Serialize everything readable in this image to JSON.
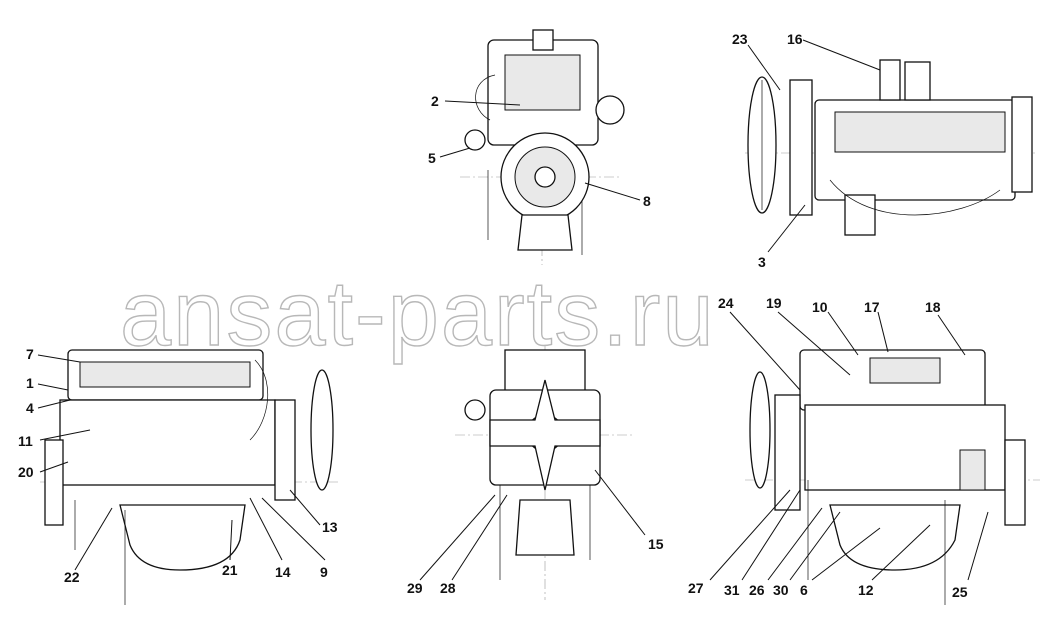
{
  "diagram": {
    "watermark": "ansat-parts.ru",
    "callouts": [
      {
        "id": "c-1",
        "label": "1"
      },
      {
        "id": "c-2",
        "label": "2"
      },
      {
        "id": "c-3",
        "label": "3"
      },
      {
        "id": "c-4",
        "label": "4"
      },
      {
        "id": "c-5",
        "label": "5"
      },
      {
        "id": "c-6",
        "label": "6"
      },
      {
        "id": "c-7",
        "label": "7"
      },
      {
        "id": "c-8",
        "label": "8"
      },
      {
        "id": "c-9",
        "label": "9"
      },
      {
        "id": "c-10",
        "label": "10"
      },
      {
        "id": "c-11",
        "label": "11"
      },
      {
        "id": "c-12",
        "label": "12"
      },
      {
        "id": "c-13",
        "label": "13"
      },
      {
        "id": "c-14",
        "label": "14"
      },
      {
        "id": "c-15",
        "label": "15"
      },
      {
        "id": "c-16",
        "label": "16"
      },
      {
        "id": "c-17",
        "label": "17"
      },
      {
        "id": "c-18",
        "label": "18"
      },
      {
        "id": "c-19",
        "label": "19"
      },
      {
        "id": "c-20",
        "label": "20"
      },
      {
        "id": "c-21",
        "label": "21"
      },
      {
        "id": "c-22",
        "label": "22"
      },
      {
        "id": "c-23",
        "label": "23"
      },
      {
        "id": "c-24",
        "label": "24"
      },
      {
        "id": "c-25",
        "label": "25"
      },
      {
        "id": "c-26",
        "label": "26"
      },
      {
        "id": "c-27",
        "label": "27"
      },
      {
        "id": "c-28",
        "label": "28"
      },
      {
        "id": "c-29",
        "label": "29"
      },
      {
        "id": "c-30",
        "label": "30"
      },
      {
        "id": "c-31",
        "label": "31"
      }
    ]
  }
}
